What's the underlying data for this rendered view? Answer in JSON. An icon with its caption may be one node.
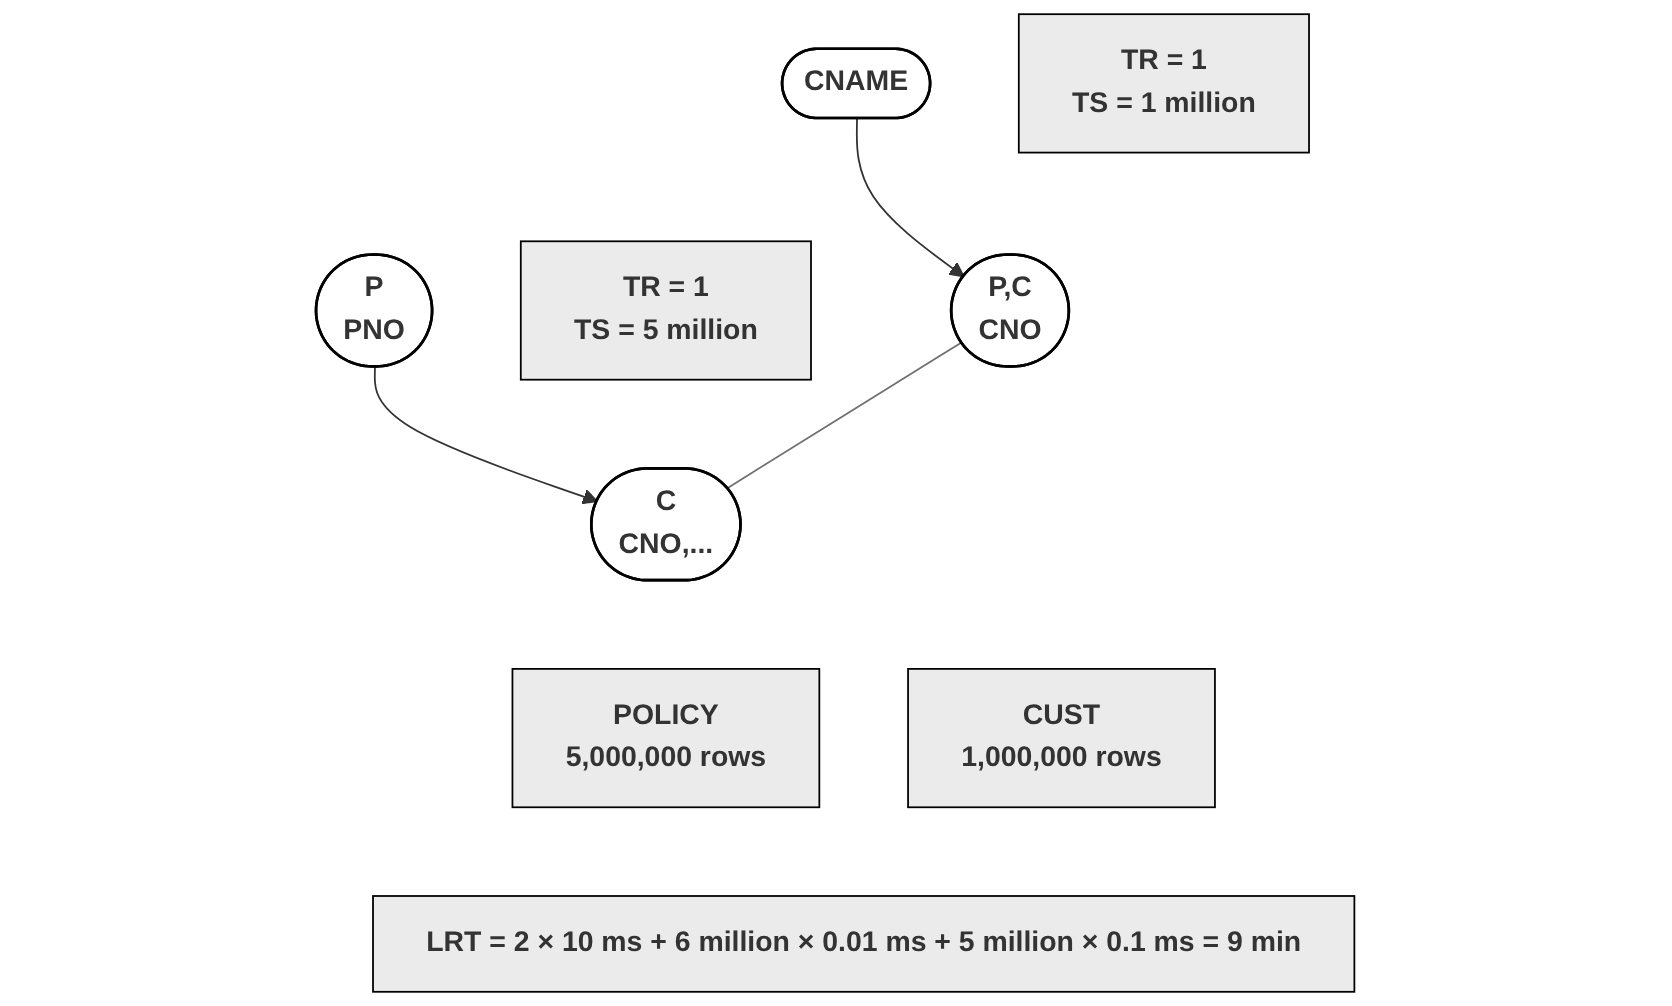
{
  "diagram": {
    "nodes": [
      {
        "text": [
          "CNAME"
        ]
      },
      {
        "text": [
          "P",
          "PNO"
        ]
      },
      {
        "text": [
          "TR = 1",
          "TS = 1 million"
        ]
      },
      {
        "text": [
          "TR = 1",
          "TS = 5 million"
        ]
      },
      {
        "text": [
          "P,C",
          "CNO"
        ]
      },
      {
        "text": [
          "C",
          "CNO,..."
        ]
      },
      {
        "text": [
          "CUST",
          "1,000,000 rows"
        ]
      },
      {
        "text": [
          "POLICY",
          "5,000,000 rows"
        ]
      },
      {
        "text": [
          "LRT = 2 × 10 ms + 6 million × 0.01 ms + 5 million × 0.1 ms  = 9 min"
        ]
      }
    ],
    "edges": [
      {
        "from": 0,
        "to": 4,
        "arrow": "to"
      },
      {
        "from": 1,
        "to": 5,
        "arrow": "to"
      },
      {
        "from": 4,
        "to": 5,
        "arrow": "none",
        "color": "#707070"
      }
    ]
  }
}
